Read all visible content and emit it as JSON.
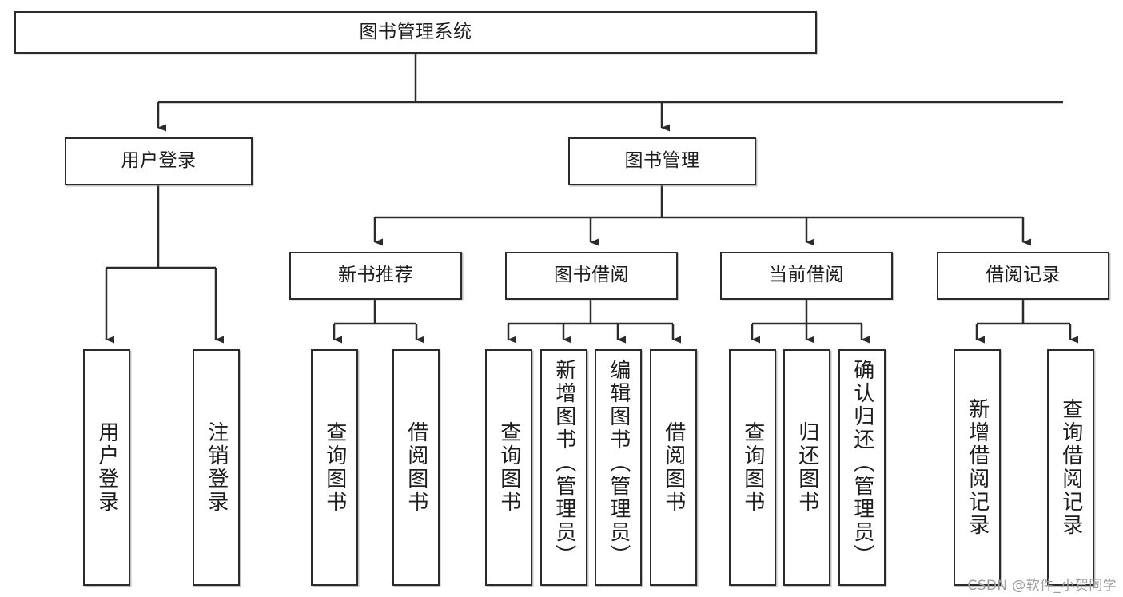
{
  "diagram": {
    "title": "图书管理系统",
    "type": "tree",
    "orientation": "top-down",
    "colors": {
      "node_border": "#2b2b2b",
      "node_fill": "#ffffff",
      "edge": "#2b2b2b",
      "text": "#1d1d1d",
      "watermark": "#9d9d9d",
      "background": "#ffffff"
    },
    "nodes": {
      "root": {
        "label": "图书管理系统"
      },
      "level2": [
        {
          "id": "user-login",
          "label": "用户登录"
        },
        {
          "id": "book-management",
          "label": "图书管理"
        }
      ],
      "level3": [
        {
          "id": "new-book-recommend",
          "label": "新书推荐"
        },
        {
          "id": "book-borrow",
          "label": "图书借阅"
        },
        {
          "id": "current-borrow",
          "label": "当前借阅"
        },
        {
          "id": "borrow-record",
          "label": "借阅记录"
        }
      ],
      "leaves": {
        "user_login": [
          {
            "id": "leaf-user-login",
            "label": "用户登录"
          },
          {
            "id": "leaf-logout-login",
            "label": "注销登录"
          }
        ],
        "new_book_recommend": [
          {
            "id": "leaf-query-book-1",
            "label": "查询图书"
          },
          {
            "id": "leaf-borrow-book-1",
            "label": "借阅图书"
          }
        ],
        "book_borrow": [
          {
            "id": "leaf-query-book-2",
            "label": "查询图书"
          },
          {
            "id": "leaf-add-book",
            "label": "新增图书（管理员）"
          },
          {
            "id": "leaf-edit-book",
            "label": "编辑图书（管理员）"
          },
          {
            "id": "leaf-borrow-book-2",
            "label": "借阅图书"
          }
        ],
        "current_borrow": [
          {
            "id": "leaf-query-book-3",
            "label": "查询图书"
          },
          {
            "id": "leaf-return-book",
            "label": "归还图书"
          },
          {
            "id": "leaf-confirm-return",
            "label": "确认归还（管理员）"
          }
        ],
        "borrow_record": [
          {
            "id": "leaf-add-record",
            "label": "新增借阅记录"
          },
          {
            "id": "leaf-query-record",
            "label": "查询借阅记录"
          }
        ]
      }
    }
  },
  "watermark": {
    "text": "CSDN @软件_小贺同学"
  }
}
